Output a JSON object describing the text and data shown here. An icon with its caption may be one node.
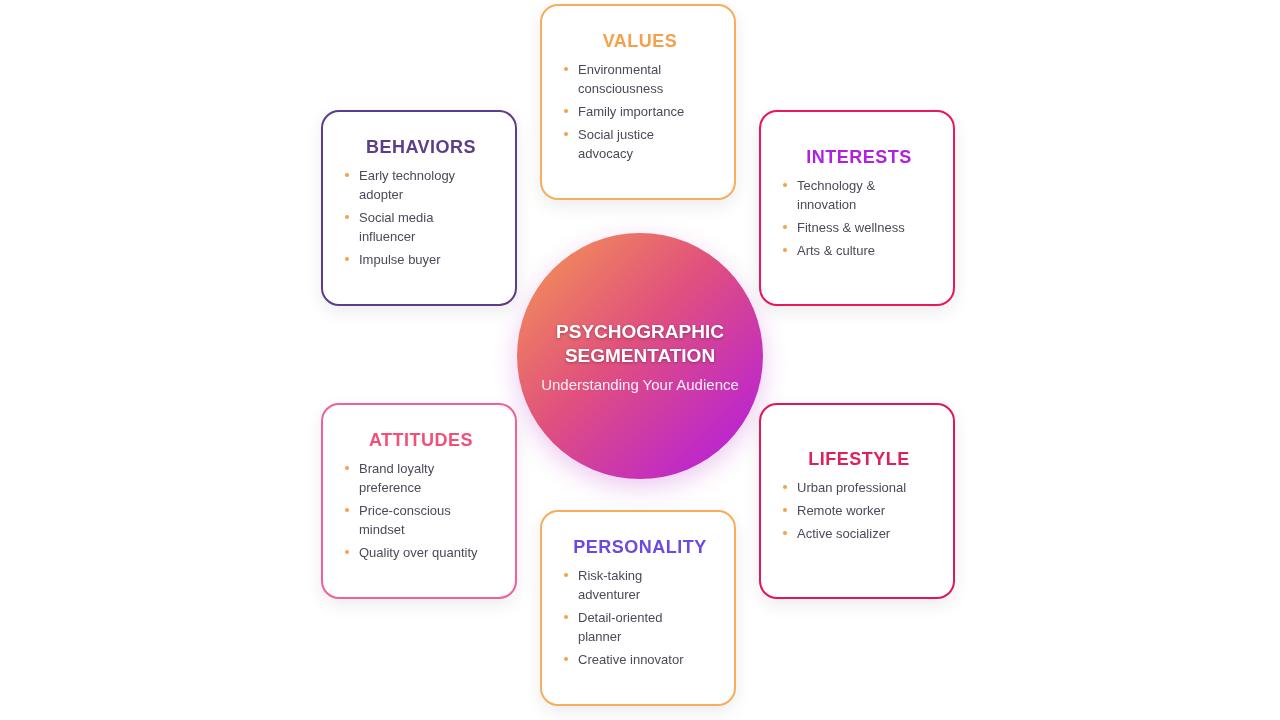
{
  "diagram": {
    "nodes": [
      {
        "text": [
          "VALUES",
          "Environmental consciousness",
          "Family importance",
          "Social justice advocacy"
        ]
      },
      {
        "text": [
          "BEHAVIORS",
          "Early technology adopter",
          "Social media influencer",
          "Impulse buyer"
        ]
      },
      {
        "text": [
          "INTERESTS",
          "Technology & innovation",
          "Fitness & wellness",
          "Arts & culture"
        ]
      },
      {
        "text": [
          "PSYCHOGRAPHIC SEGMENTATION",
          "Understanding Your Audience"
        ]
      },
      {
        "text": [
          "ATTITUDES",
          "Brand loyalty preference",
          "Price-conscious mindset",
          "Quality over quantity"
        ]
      },
      {
        "text": [
          "LIFESTYLE",
          "Urban professional",
          "Remote worker",
          "Active socializer"
        ]
      },
      {
        "text": [
          "PERSONALITY",
          "Risk-taking adventurer",
          "Detail-oriented planner",
          "Creative innovator"
        ]
      }
    ],
    "edges": []
  }
}
